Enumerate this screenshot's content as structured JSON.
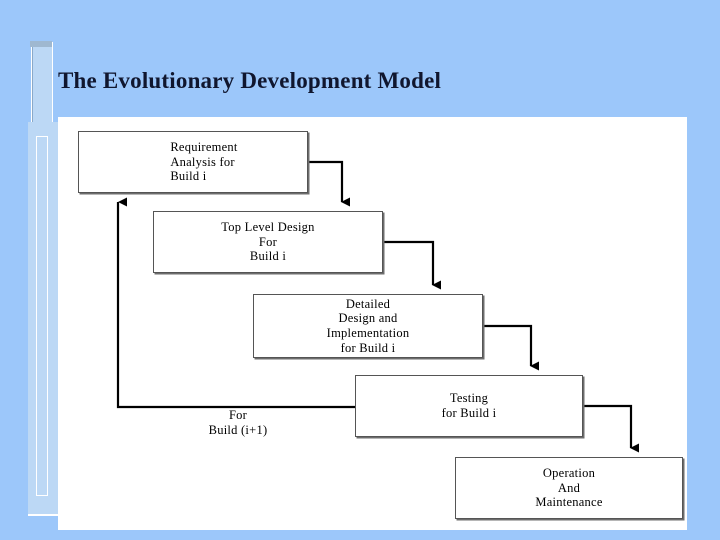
{
  "slide": {
    "title": "The Evolutionary Development Model",
    "background_color": "#9CC7FA",
    "canvas_color": "#ffffff",
    "title_color": "#10162E"
  },
  "decor": {
    "accent_bar_color": "#BCD8F5",
    "accent_bar_border": "#ffffff"
  },
  "diagram": {
    "type": "flowchart",
    "orientation": "staircase-waterfall",
    "boxes": [
      {
        "id": "requirement",
        "label": "Requirement\nAnalysis for\n Build i"
      },
      {
        "id": "toplevel",
        "label": "Top Level Design\nFor\nBuild i"
      },
      {
        "id": "detailed",
        "label": "Detailed\nDesign and\nImplementation\nfor Build i"
      },
      {
        "id": "testing",
        "label": "Testing\nfor Build i"
      },
      {
        "id": "operation",
        "label": "Operation\nAnd\nMaintenance"
      }
    ],
    "loop_label": "For\nBuild (i+1)",
    "connections": [
      {
        "from": "requirement",
        "to": "toplevel",
        "style": "elbow-down-arrow"
      },
      {
        "from": "toplevel",
        "to": "detailed",
        "style": "elbow-down-arrow"
      },
      {
        "from": "detailed",
        "to": "testing",
        "style": "elbow-down-arrow"
      },
      {
        "from": "testing",
        "to": "operation",
        "style": "elbow-down-arrow"
      },
      {
        "from": "testing",
        "to": "requirement",
        "style": "feedback-up-arrow"
      }
    ],
    "line_color": "#000000",
    "box_border_color": "#555555"
  }
}
